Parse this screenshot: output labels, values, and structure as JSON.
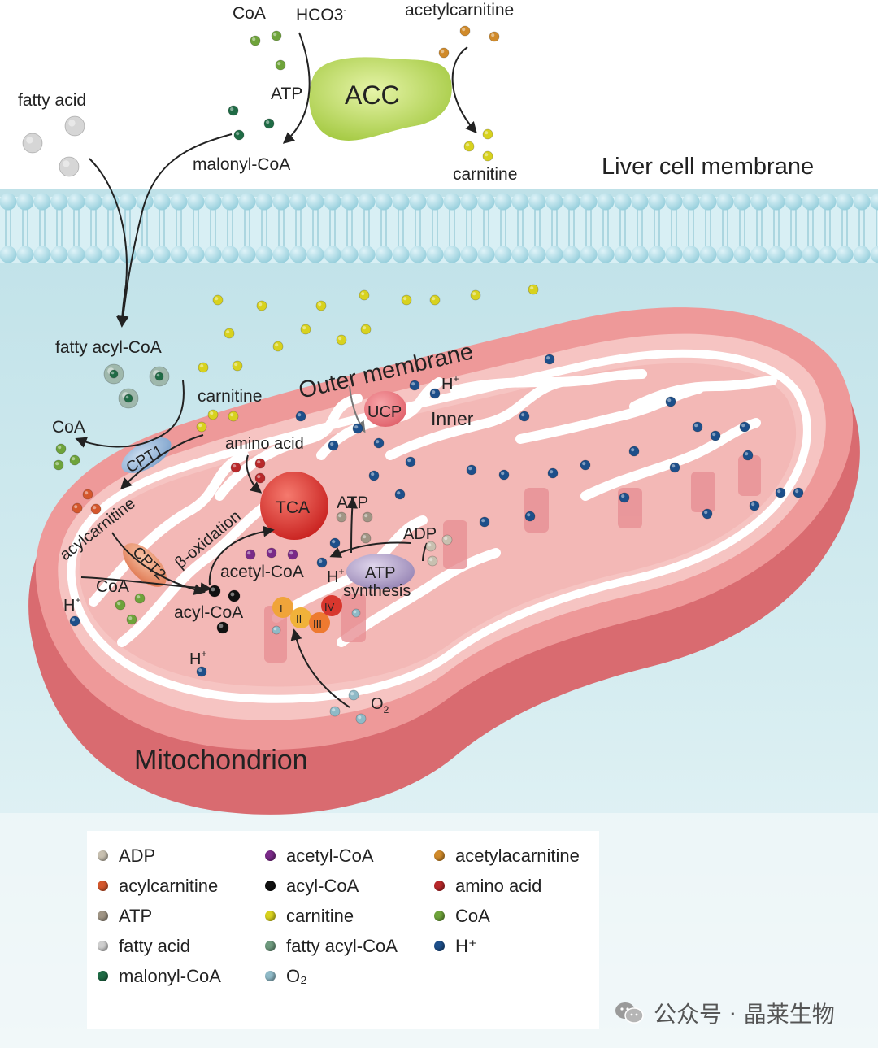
{
  "labels": {
    "coa_top": "CoA",
    "hco3": "HCO3",
    "hco3_sup": "-",
    "acetylcarnitine_top": "acetylcarnitine",
    "atp_top": "ATP",
    "acc": "ACC",
    "fatty_acid": "fatty acid",
    "malonyl_coa": "malonyl-CoA",
    "carnitine_top": "carnitine",
    "liver_membrane": "Liver cell membrane",
    "fatty_acyl_coa": "fatty acyl-CoA",
    "outer_membrane": "Outer membrane",
    "carnitine_mid": "carnitine",
    "coa_left": "CoA",
    "cpt1": "CPT1",
    "acylcarnitine": "acylcarnitine",
    "cpt2": "CPT2",
    "coa_inner": "CoA",
    "h_left": "H",
    "h_bottom": "H",
    "h_top": "H",
    "h_atp": "H",
    "h_sup": "+",
    "amino_acid": "amino acid",
    "tca": "TCA",
    "beta_oxidation": "β-oxidation",
    "acetyl_coa": "acetyl-CoA",
    "acyl_coa": "acyl-CoA",
    "ucp": "UCP",
    "inner": "Inner",
    "atp_mid": "ATP",
    "adp": "ADP",
    "atp_synthase_1": "ATP",
    "atp_synthase_2": "synthesis",
    "complex_1": "I",
    "complex_2": "II",
    "complex_3": "III",
    "complex_4": "IV",
    "o2": "O",
    "o2_sub": "2",
    "mitochondrion": "Mitochondrion"
  },
  "legend": {
    "columns": [
      [
        {
          "label": "ADP",
          "color": "#c8c0b0"
        },
        {
          "label": "acylcarnitine",
          "color": "#d4572c"
        },
        {
          "label": "ATP",
          "color": "#a09585"
        },
        {
          "label": "fatty acid",
          "color": "#cfcfcf"
        },
        {
          "label": "malonyl-CoA",
          "color": "#1f6b45"
        }
      ],
      [
        {
          "label": "acetyl-CoA",
          "color": "#7a2a88"
        },
        {
          "label": "acyl-CoA",
          "color": "#111111"
        },
        {
          "label": "carnitine",
          "color": "#d8d21e"
        },
        {
          "label": "fatty acyl-CoA",
          "color": "#6e9a7e"
        },
        {
          "label": "O₂",
          "color": "#8fbac7"
        }
      ],
      [
        {
          "label": "acetylacarnitine",
          "color": "#d08a2a"
        },
        {
          "label": "amino acid",
          "color": "#b8282a"
        },
        {
          "label": "CoA",
          "color": "#6ea33a"
        },
        {
          "label": "H⁺",
          "color": "#1d4f8a"
        }
      ]
    ]
  },
  "watermark": {
    "text": "公众号 · 晶莱生物"
  },
  "colors": {
    "background_top": "#ffffff",
    "cytoplasm": "#bfe3ea",
    "membrane_head": "#9dd3e0",
    "mito_outer": "#e8898a",
    "mito_inner_space": "#f2c2bf",
    "acc": "#b7d85a",
    "tca": "#d8312e"
  }
}
